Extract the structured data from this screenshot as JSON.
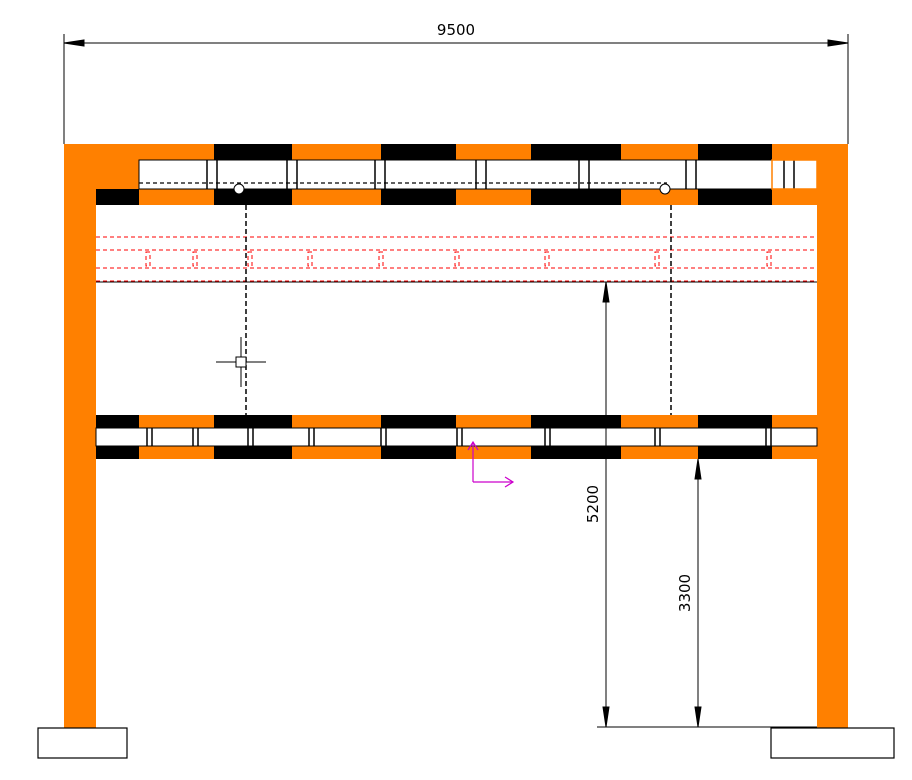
{
  "drawing": {
    "dimensions": {
      "total_width": "9500",
      "upper_height": "5200",
      "lower_height": "3300"
    },
    "colors": {
      "frame": "#FF8000",
      "dark_block": "#000000",
      "hidden_line": "#FF0000",
      "ucs_icon": "#CC00CC",
      "line": "#000000",
      "background": "#FFFFFF"
    }
  }
}
